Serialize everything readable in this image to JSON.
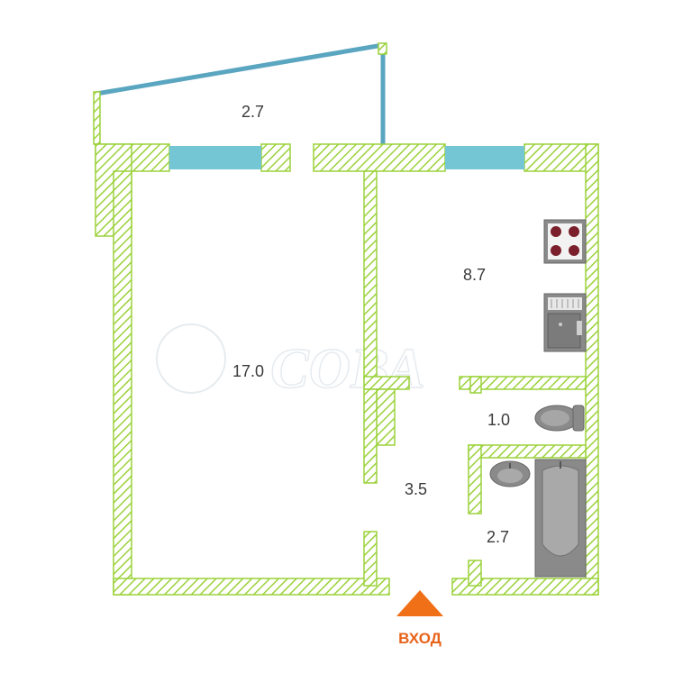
{
  "floor_plan": {
    "rooms": [
      {
        "id": "balcony",
        "area": "2.7"
      },
      {
        "id": "living-room",
        "area": "17.0"
      },
      {
        "id": "kitchen",
        "area": "8.7"
      },
      {
        "id": "hallway",
        "area": "3.5"
      },
      {
        "id": "toilet",
        "area": "1.0"
      },
      {
        "id": "bathroom",
        "area": "2.7"
      }
    ],
    "entrance_label": "ВХОД",
    "watermark_text": "СОВА",
    "colors": {
      "wall": "#9bd23a",
      "wall_hatch": "#9bd23a",
      "window": "#74c6d4",
      "balcony_line": "#5aa6c0",
      "entrance_arrow": "#f07018",
      "fixture_fill": "#8a8a8a",
      "burner": "#7a1f2b"
    },
    "fixtures": [
      "stove-icon",
      "kitchen-sink-icon",
      "toilet-icon",
      "washbasin-icon",
      "bathtub-icon"
    ]
  }
}
